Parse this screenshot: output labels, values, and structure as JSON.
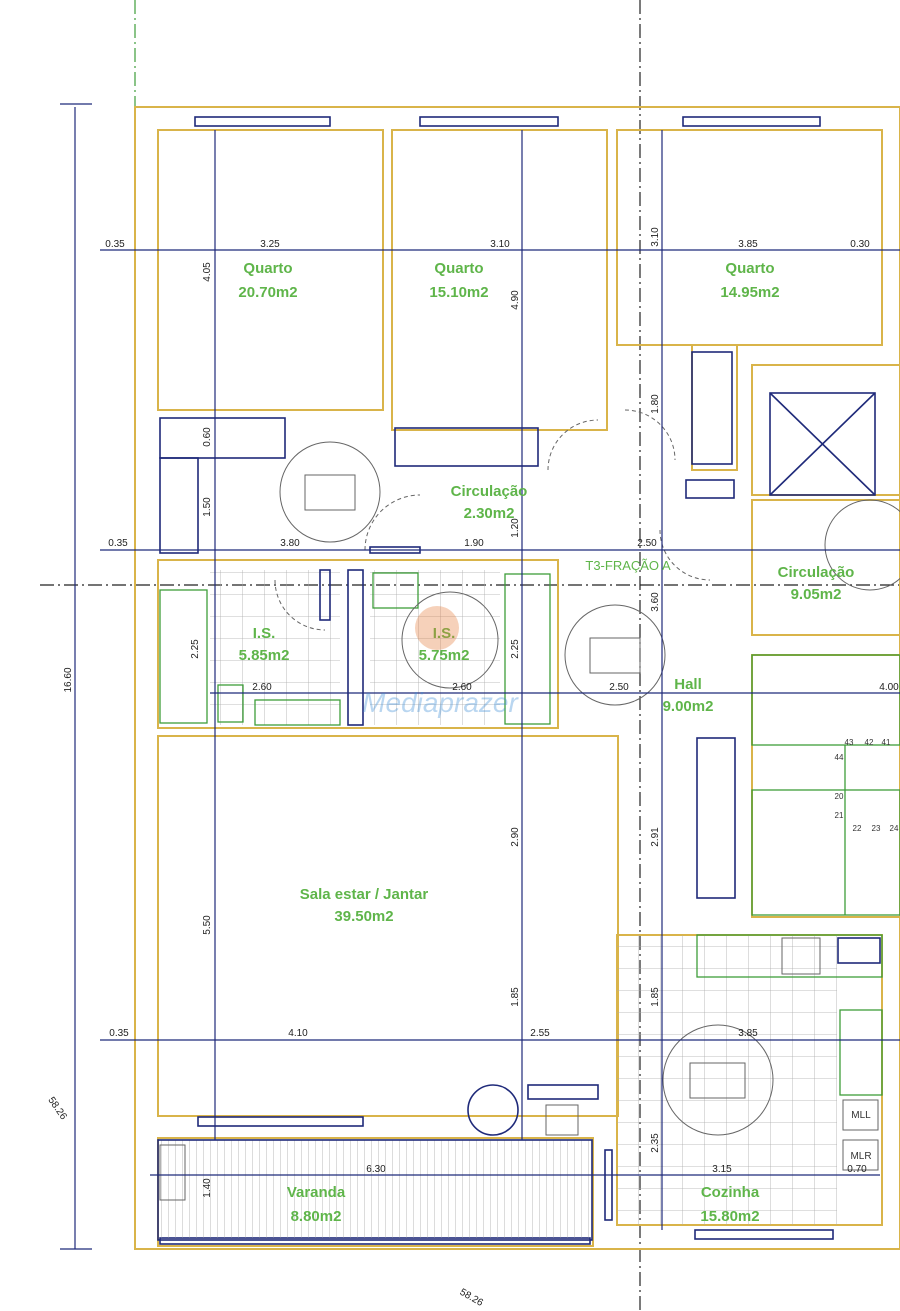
{
  "rooms": [
    {
      "id": "quarto-1",
      "name": "Quarto",
      "area": "20.70m2"
    },
    {
      "id": "quarto-2",
      "name": "Quarto",
      "area": "15.10m2"
    },
    {
      "id": "quarto-3",
      "name": "Quarto",
      "area": "14.95m2"
    },
    {
      "id": "circulacao-1",
      "name": "Circulação",
      "area": "2.30m2"
    },
    {
      "id": "circulacao-2",
      "name": "Circulação",
      "area": "9.05m2"
    },
    {
      "id": "is-1",
      "name": "I.S.",
      "area": "5.85m2"
    },
    {
      "id": "is-2",
      "name": "I.S.",
      "area": "5.75m2"
    },
    {
      "id": "hall",
      "name": "Hall",
      "area": "9.00m2"
    },
    {
      "id": "sala",
      "name": "Sala estar / Jantar",
      "area": "39.50m2"
    },
    {
      "id": "varanda",
      "name": "Varanda",
      "area": "8.80m2"
    },
    {
      "id": "cozinha",
      "name": "Cozinha",
      "area": "15.80m2"
    }
  ],
  "unit_label": "T3-FRAÇÃO A",
  "dimensions": [
    "0.35",
    "3.25",
    "3.10",
    "3.10",
    "3.85",
    "0.30",
    "4.05",
    "4.90",
    "0.60",
    "1.50",
    "1.80",
    "0.35",
    "3.80",
    "1.90",
    "1.20",
    "2.50",
    "2.25",
    "2.60",
    "2.60",
    "2.25",
    "2.50",
    "3.60",
    "4.00",
    "16.60",
    "2.90",
    "2.91",
    "5.50",
    "1.85",
    "1.85",
    "0.35",
    "4.10",
    "2.55",
    "3.85",
    "2.35",
    "1.40",
    "6.30",
    "3.15",
    "0.70",
    "58.26",
    "58.26"
  ],
  "stair_numbers": [
    "43",
    "42",
    "41",
    "44",
    "20",
    "21",
    "22",
    "23",
    "24"
  ],
  "fixtures": [
    "MLL",
    "MLR"
  ],
  "watermark": "Mediaprazer"
}
